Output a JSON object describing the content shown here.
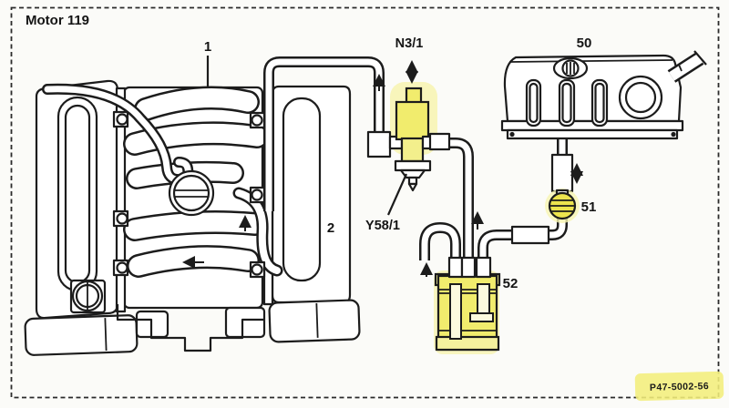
{
  "diagram": {
    "labels": {
      "title": "Motor 119",
      "intake_manifold": "1",
      "cylinder_head_cover": "2",
      "control_module_connector": "N3/1",
      "purge_valve": "Y58/1",
      "fuel_tank": "50",
      "vent_valve": "51",
      "charcoal_canister": "52",
      "part_number": "P47-5002-56"
    },
    "colors": {
      "highlight": "#f1ec6d",
      "highlight_pale": "#f5f19e",
      "line": "#1c1c1c",
      "page_background": "#fbfbf8"
    }
  }
}
